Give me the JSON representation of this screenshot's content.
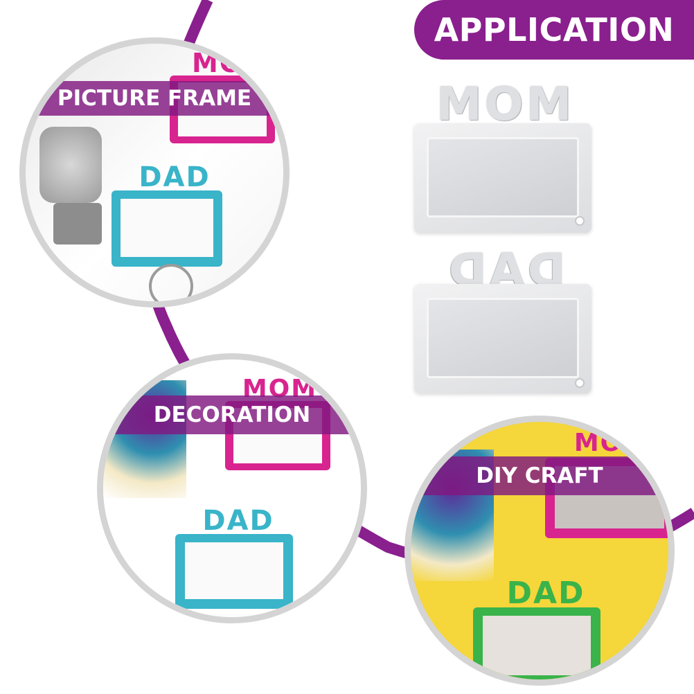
{
  "title": "APPLICATION",
  "colors": {
    "purple": "#8a1f8e",
    "pink_frame": "#d8248f",
    "teal_frame": "#39b4c9",
    "green_frame": "#39b34a",
    "yellow_bg": "#f5d63b"
  },
  "panels": [
    {
      "label": "PICTURE FRAME"
    },
    {
      "label": "DECORATION"
    },
    {
      "label": "DIY CRAFT"
    }
  ],
  "frame_words": {
    "mom": "MOM",
    "dad": "DAD"
  }
}
